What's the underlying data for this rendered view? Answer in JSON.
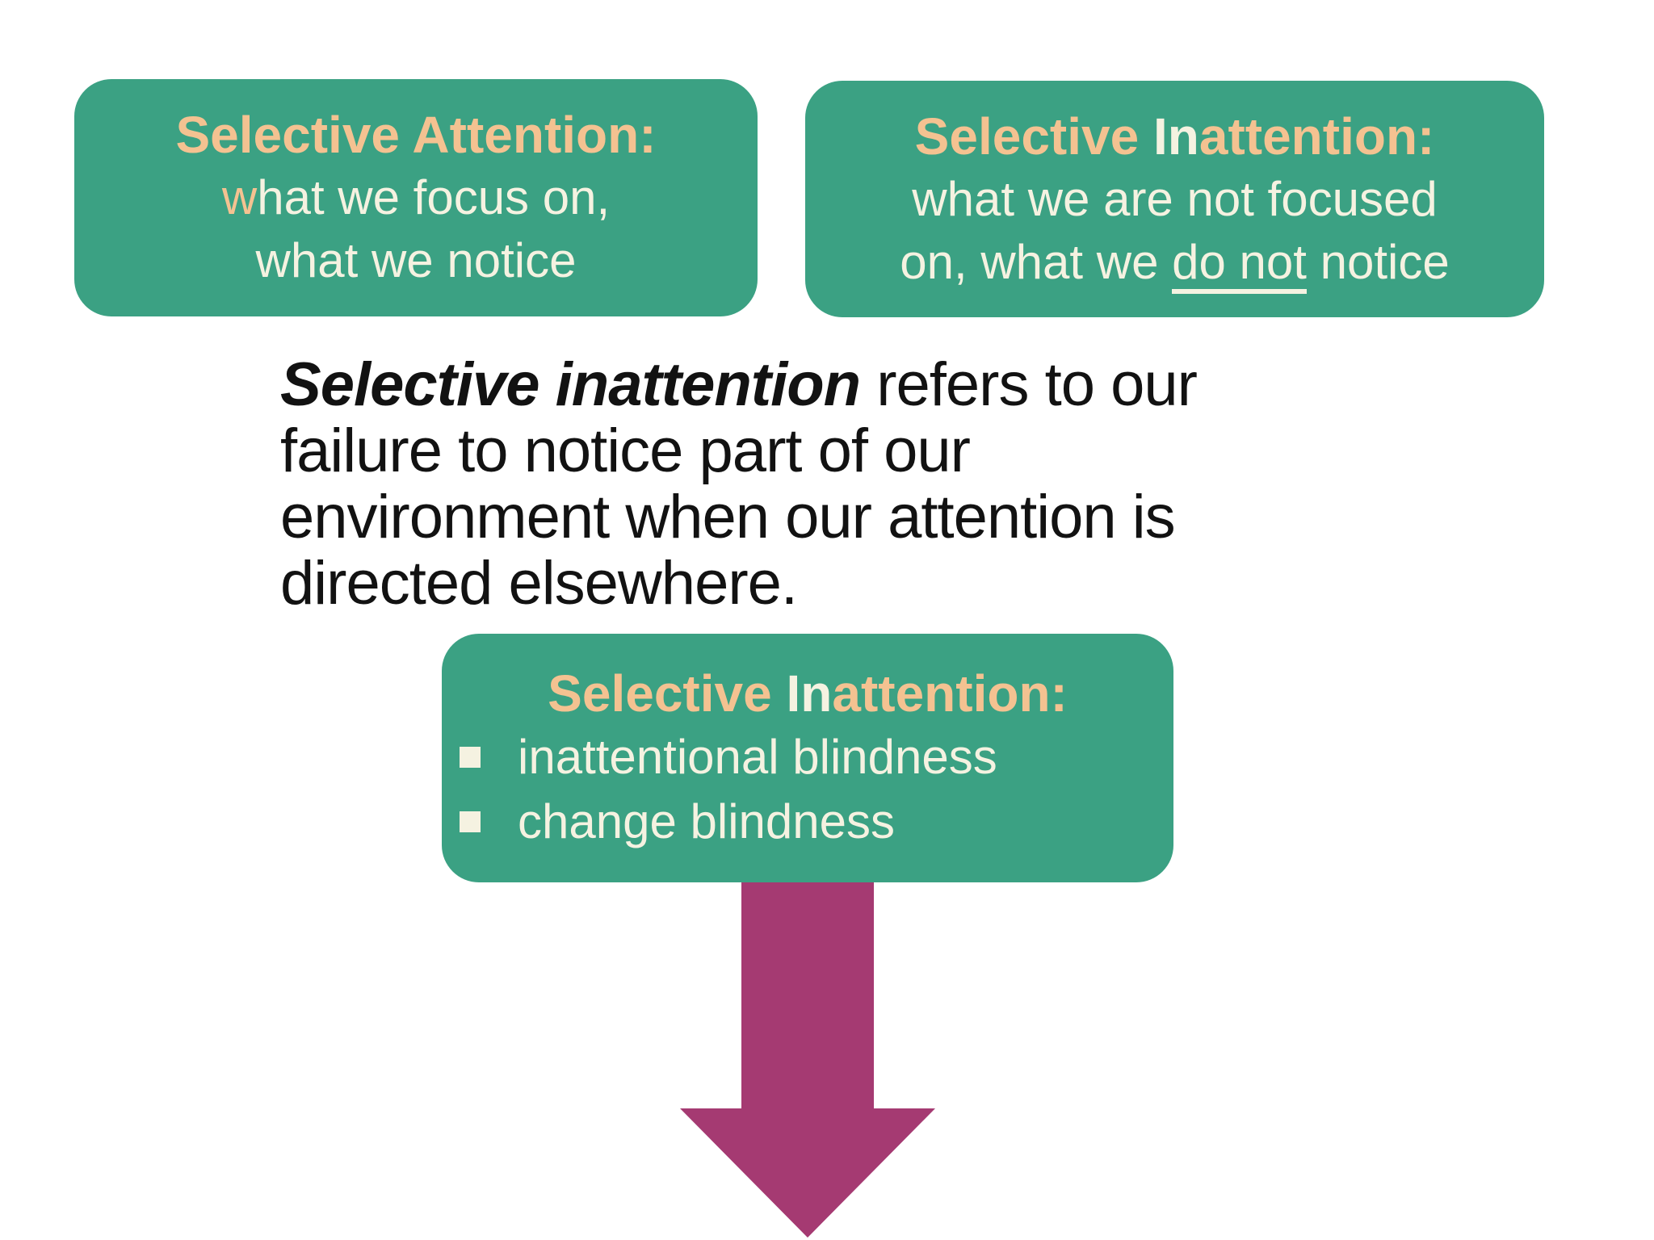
{
  "colors": {
    "green": "#3BA183",
    "peach": "#F4C291",
    "cream": "#F5F2E1",
    "ink": "#121212",
    "magenta": "#A53A72",
    "background": "#FFFFFF"
  },
  "attention_box": {
    "title": "Selective Attention:",
    "body_line1_highlight": "w",
    "body_line1_rest": "hat we focus on,",
    "body_line2": "what we notice"
  },
  "inattention_box": {
    "title_pre": "Selective ",
    "title_in": "In",
    "title_post": "attention:",
    "body_line1": "what we are not focused",
    "body_line2_pre": "on, what we ",
    "body_line2_underline": "do not",
    "body_line2_post": " notice"
  },
  "definition": {
    "line1_emphasis": "Selective inattention",
    "line1_rest": " refers to our",
    "line2": "failure to notice part of our",
    "line3": "environment when our attention is",
    "line4": "directed elsewhere."
  },
  "types_box": {
    "title_pre": "Selective ",
    "title_in": "In",
    "title_post": "attention:",
    "bullets": [
      "inattentional blindness",
      "change blindness"
    ]
  }
}
